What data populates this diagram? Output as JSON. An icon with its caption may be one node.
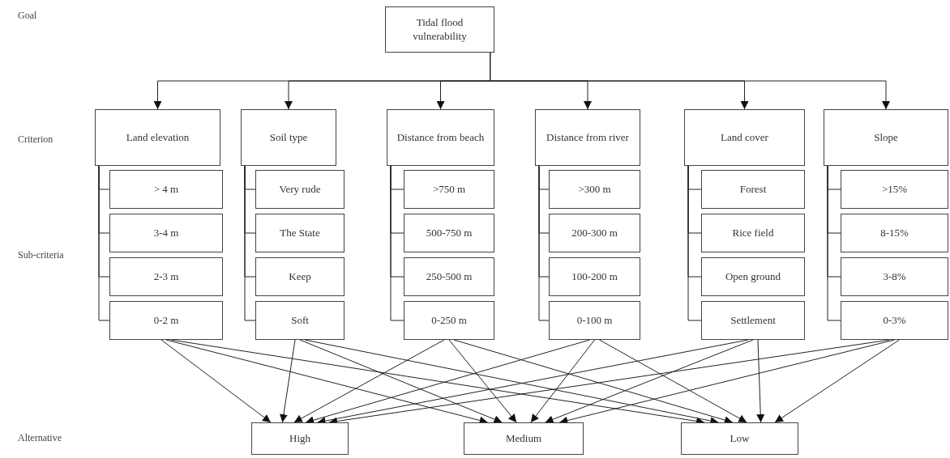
{
  "diagram": {
    "nodes": [
      {
        "text": [
          "Tidal flood vulnerability"
        ]
      },
      {
        "text": [
          "Land elevation"
        ]
      },
      {
        "text": [
          "Soil type"
        ]
      },
      {
        "text": [
          "Distance from beach"
        ]
      },
      {
        "text": [
          "Distance from river"
        ]
      },
      {
        "text": [
          "Land cover"
        ]
      },
      {
        "text": [
          "Slope"
        ]
      },
      {
        "text": [
          "> 4 m"
        ]
      },
      {
        "text": [
          "3-4 m"
        ]
      },
      {
        "text": [
          "2-3 m"
        ]
      },
      {
        "text": [
          "0-2 m"
        ]
      },
      {
        "text": [
          "Very rude"
        ]
      },
      {
        "text": [
          "The State"
        ]
      },
      {
        "text": [
          "Keep"
        ]
      },
      {
        "text": [
          "Soft"
        ]
      },
      {
        "text": [
          ">750 m"
        ]
      },
      {
        "text": [
          "500-750 m"
        ]
      },
      {
        "text": [
          "250-500 m"
        ]
      },
      {
        "text": [
          "0-250 m"
        ]
      },
      {
        "text": [
          ">300 m"
        ]
      },
      {
        "text": [
          "200-300 m"
        ]
      },
      {
        "text": [
          "100-200 m"
        ]
      },
      {
        "text": [
          "0-100 m"
        ]
      },
      {
        "text": [
          "Forest"
        ]
      },
      {
        "text": [
          "Rice field"
        ]
      },
      {
        "text": [
          "Open ground"
        ]
      },
      {
        "text": [
          "Settlement"
        ]
      },
      {
        "text": [
          ">15%"
        ]
      },
      {
        "text": [
          "8-15%"
        ]
      },
      {
        "text": [
          "3-8%"
        ]
      },
      {
        "text": [
          "0-3%"
        ]
      },
      {
        "text": [
          "High"
        ]
      },
      {
        "text": [
          "Medium"
        ]
      },
      {
        "text": [
          "Low"
        ]
      }
    ],
    "edges": [
      {
        "from": 0,
        "to": 1,
        "arrow": "to"
      },
      {
        "from": 0,
        "to": 2,
        "arrow": "to"
      },
      {
        "from": 0,
        "to": 3,
        "arrow": "to"
      },
      {
        "from": 0,
        "to": 4,
        "arrow": "to"
      },
      {
        "from": 0,
        "to": 5,
        "arrow": "to"
      },
      {
        "from": 0,
        "to": 6,
        "arrow": "to"
      },
      {
        "from": 1,
        "to": 7,
        "arrow": "none"
      },
      {
        "from": 1,
        "to": 8,
        "arrow": "none"
      },
      {
        "from": 1,
        "to": 9,
        "arrow": "none"
      },
      {
        "from": 1,
        "to": 10,
        "arrow": "none"
      },
      {
        "from": 2,
        "to": 11,
        "arrow": "none"
      },
      {
        "from": 2,
        "to": 12,
        "arrow": "none"
      },
      {
        "from": 2,
        "to": 13,
        "arrow": "none"
      },
      {
        "from": 2,
        "to": 14,
        "arrow": "none"
      },
      {
        "from": 3,
        "to": 15,
        "arrow": "none"
      },
      {
        "from": 3,
        "to": 16,
        "arrow": "none"
      },
      {
        "from": 3,
        "to": 17,
        "arrow": "none"
      },
      {
        "from": 3,
        "to": 18,
        "arrow": "none"
      },
      {
        "from": 4,
        "to": 19,
        "arrow": "none"
      },
      {
        "from": 4,
        "to": 20,
        "arrow": "none"
      },
      {
        "from": 4,
        "to": 21,
        "arrow": "none"
      },
      {
        "from": 4,
        "to": 22,
        "arrow": "none"
      },
      {
        "from": 5,
        "to": 23,
        "arrow": "none"
      },
      {
        "from": 5,
        "to": 24,
        "arrow": "none"
      },
      {
        "from": 5,
        "to": 25,
        "arrow": "none"
      },
      {
        "from": 5,
        "to": 26,
        "arrow": "none"
      },
      {
        "from": 6,
        "to": 27,
        "arrow": "none"
      },
      {
        "from": 6,
        "to": 28,
        "arrow": "none"
      },
      {
        "from": 6,
        "to": 29,
        "arrow": "none"
      },
      {
        "from": 6,
        "to": 30,
        "arrow": "none"
      },
      {
        "from": 10,
        "to": 31,
        "arrow": "to"
      },
      {
        "from": 10,
        "to": 32,
        "arrow": "to"
      },
      {
        "from": 10,
        "to": 33,
        "arrow": "to"
      },
      {
        "from": 14,
        "to": 31,
        "arrow": "to"
      },
      {
        "from": 14,
        "to": 32,
        "arrow": "to"
      },
      {
        "from": 14,
        "to": 33,
        "arrow": "to"
      },
      {
        "from": 18,
        "to": 31,
        "arrow": "to"
      },
      {
        "from": 18,
        "to": 32,
        "arrow": "to"
      },
      {
        "from": 18,
        "to": 33,
        "arrow": "to"
      },
      {
        "from": 22,
        "to": 31,
        "arrow": "to"
      },
      {
        "from": 22,
        "to": 32,
        "arrow": "to"
      },
      {
        "from": 22,
        "to": 33,
        "arrow": "to"
      },
      {
        "from": 26,
        "to": 31,
        "arrow": "to"
      },
      {
        "from": 26,
        "to": 32,
        "arrow": "to"
      },
      {
        "from": 26,
        "to": 33,
        "arrow": "to"
      },
      {
        "from": 30,
        "to": 31,
        "arrow": "to"
      },
      {
        "from": 30,
        "to": 32,
        "arrow": "to"
      },
      {
        "from": 30,
        "to": 33,
        "arrow": "to"
      }
    ],
    "labels": [
      "Goal",
      "Criterion",
      "Sub-criteria",
      "Alternative"
    ]
  }
}
